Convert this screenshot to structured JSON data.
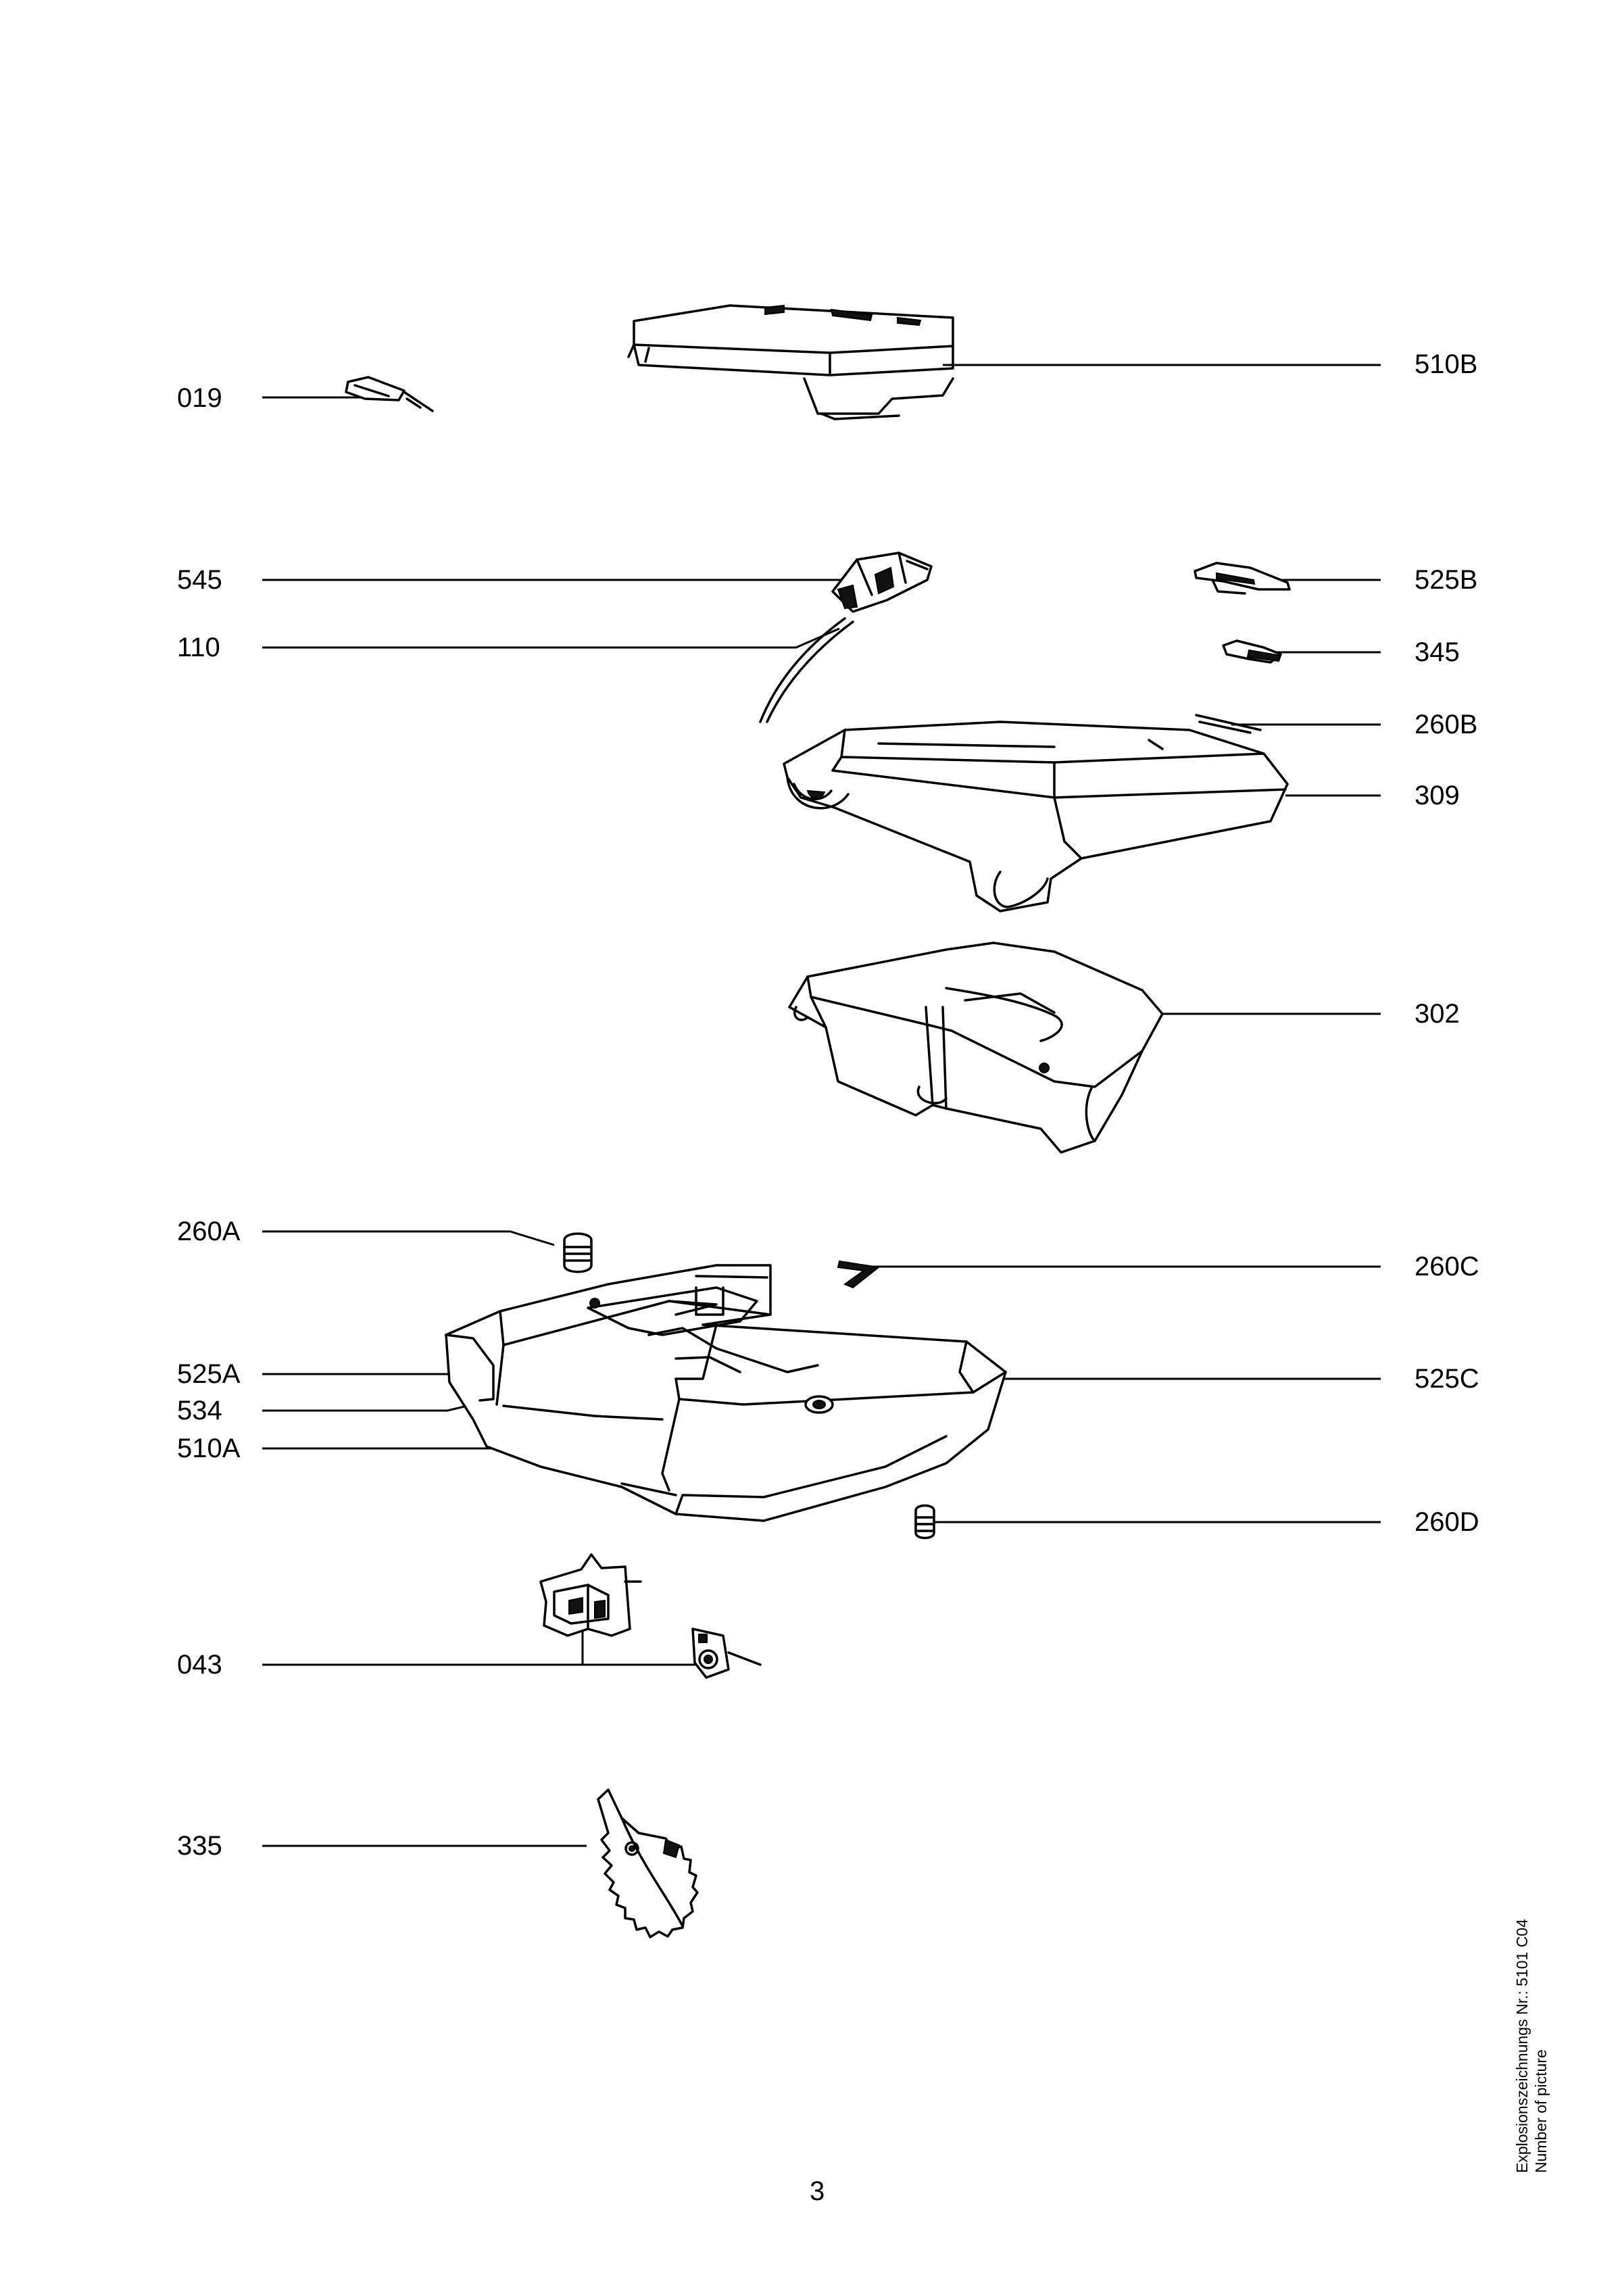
{
  "callouts_left": [
    "019",
    "545",
    "110",
    "260A",
    "525A",
    "534",
    "510A",
    "043",
    "335"
  ],
  "callouts_right": [
    "510B",
    "525B",
    "345",
    "260B",
    "309",
    "302",
    "260C",
    "525C",
    "260D"
  ],
  "page_number": "3",
  "picture_id": {
    "line1": "Explosionszeichnungs Nr.: 5101 C04",
    "line2": "Number of picture"
  }
}
